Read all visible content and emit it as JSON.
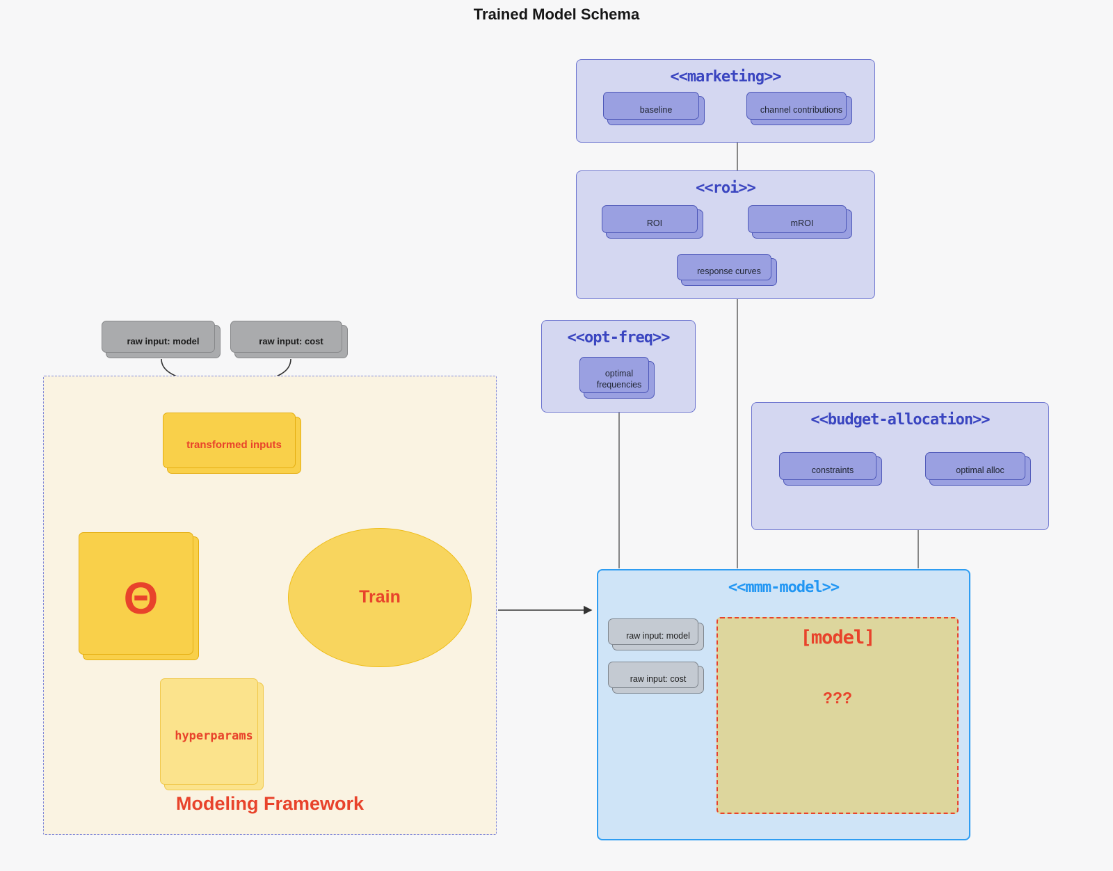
{
  "diagram_title": "Trained Model Schema",
  "marketing": {
    "title": "<<marketing>>",
    "baseline": "baseline",
    "channel_contributions": "channel contributions"
  },
  "roi": {
    "title": "<<roi>>",
    "roi": "ROI",
    "mroi": "mROI",
    "response_curves": "response curves"
  },
  "opt_freq": {
    "title": "<<opt-freq>>",
    "optimal_frequencies": "optimal frequencies"
  },
  "budget_allocation": {
    "title": "<<budget-allocation>>",
    "constraints": "constraints",
    "optimal_alloc": "optimal alloc"
  },
  "mmm_model": {
    "title": "<<mmm-model>>",
    "raw_input_model": "raw input: model",
    "raw_input_cost": "raw input: cost",
    "model_box_title": "[model]",
    "model_box_unknown": "???"
  },
  "framework": {
    "label": "Modeling Framework",
    "raw_input_model": "raw input: model",
    "raw_input_cost": "raw input: cost",
    "transformed_inputs": "transformed inputs",
    "theta": "Θ",
    "train": "Train",
    "hyperparams": "hyperparams"
  },
  "colors": {
    "accent_red": "#e8432b",
    "container_indigo": "#3a45c0",
    "node_purple": "#9aa0e1",
    "mmm_blue": "#2196f3",
    "node_yellow": "#f9d04a",
    "framework_cream": "#faf3e2"
  }
}
